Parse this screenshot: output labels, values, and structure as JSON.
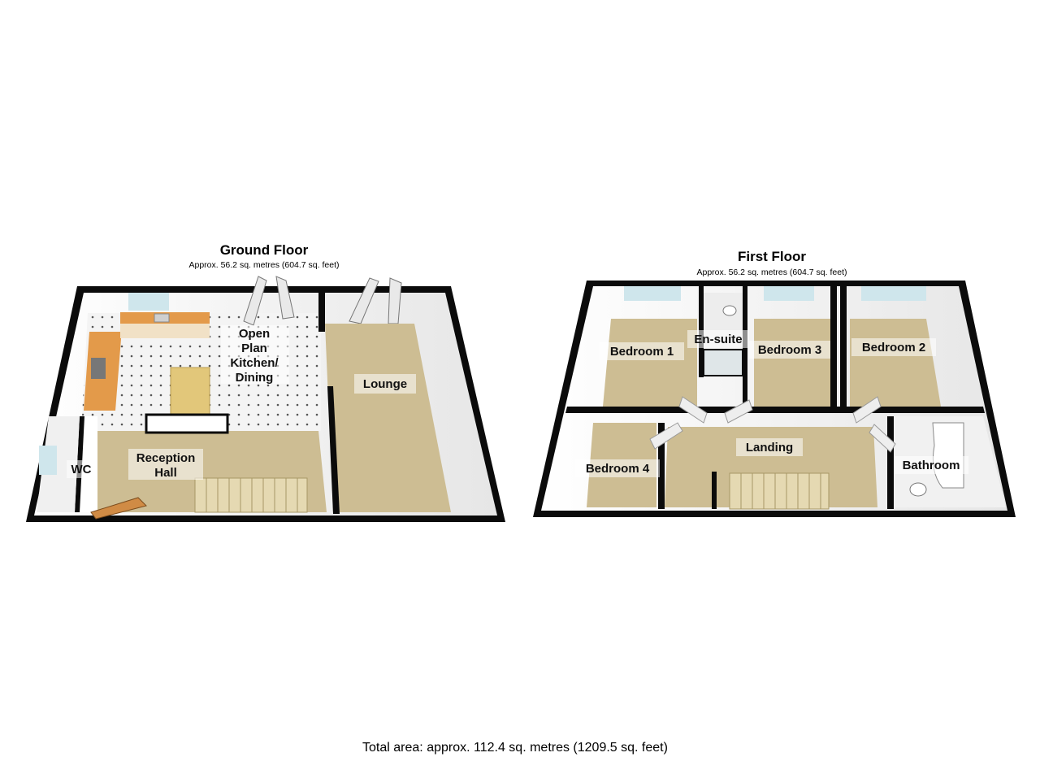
{
  "ground_floor": {
    "title": "Ground Floor",
    "area": "Approx. 56.2 sq. metres (604.7 sq. feet)",
    "rooms": {
      "kitchen": [
        "Open",
        "Plan",
        "Kitchen/",
        "Dining"
      ],
      "lounge": "Lounge",
      "reception": [
        "Reception",
        "Hall"
      ],
      "wc": "WC"
    }
  },
  "first_floor": {
    "title": "First Floor",
    "area": "Approx. 56.2 sq. metres (604.7 sq. feet)",
    "rooms": {
      "bedroom1": "Bedroom 1",
      "ensuite": "En-suite",
      "bedroom3": "Bedroom 3",
      "bedroom2": "Bedroom 2",
      "bedroom4": "Bedroom 4",
      "landing": "Landing",
      "bathroom": "Bathroom"
    }
  },
  "total_area": "Total area: approx. 112.4 sq. metres (1209.5 sq. feet)",
  "colors": {
    "wall": "#0b0b0b",
    "carpet": "#cdbd93",
    "tile": "#f2f2f2",
    "worktop": "#e39a4a",
    "island": "#e2c77a",
    "window": "#cfe6ec"
  }
}
